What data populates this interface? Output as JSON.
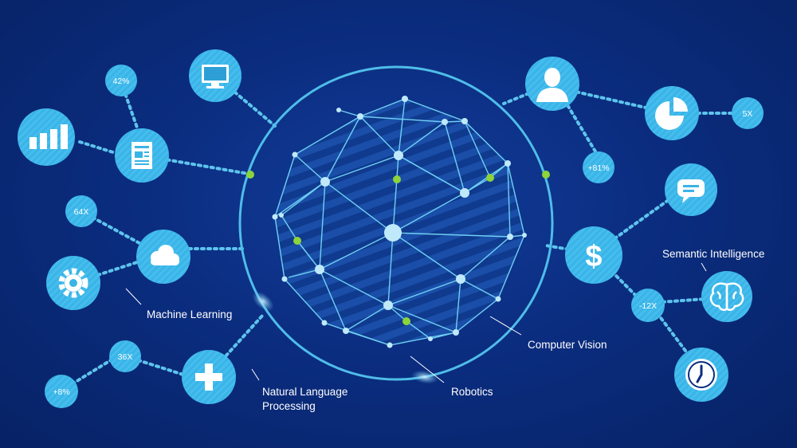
{
  "labels": {
    "machine_learning": "Machine Learning",
    "nlp_line1": "Natural Language",
    "nlp_line2": "Processing",
    "robotics": "Robotics",
    "computer_vision": "Computer Vision",
    "semantic_intelligence": "Semantic Intelligence"
  },
  "badges": {
    "b42": "42%",
    "b64x": "64X",
    "b36x": "36X",
    "b8": "+8%",
    "b81": "+81%",
    "b5x": "5X",
    "b12x": "-12X"
  },
  "icons": [
    "monitor-icon",
    "bar-chart-icon",
    "document-icon",
    "cloud-icon",
    "gear-icon",
    "plus-icon",
    "person-icon",
    "pie-chart-icon",
    "chat-bubble-icon",
    "dollar-icon",
    "brain-icon",
    "clock-icon"
  ],
  "colors": {
    "background": "#0b2d80",
    "circle": "#3ab4e6",
    "line": "#5ec4ee",
    "accent_green": "#8cd43a"
  }
}
